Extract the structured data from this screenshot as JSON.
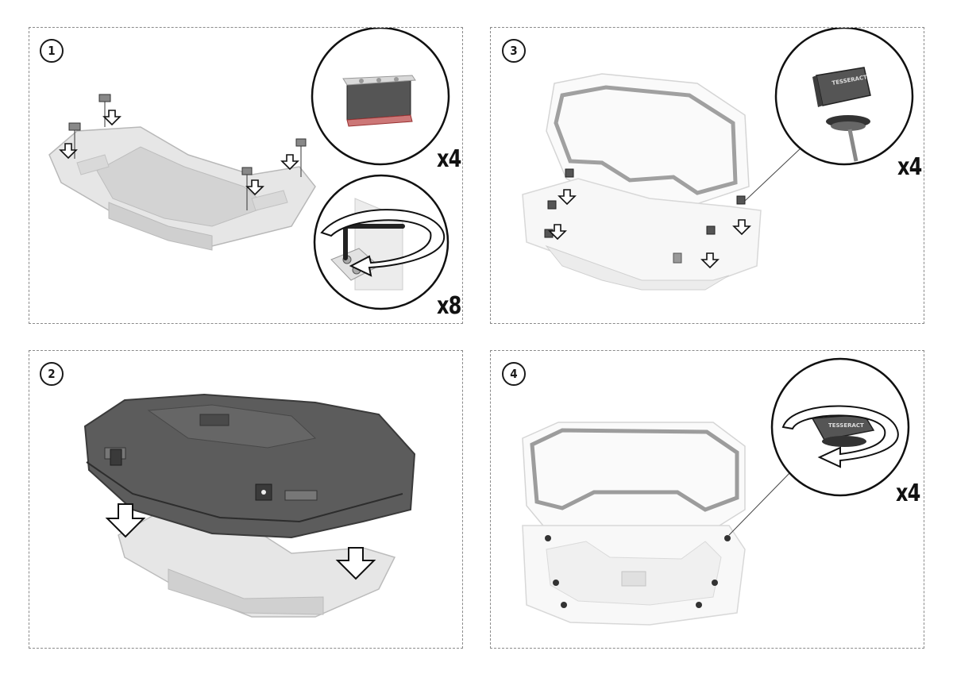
{
  "steps": [
    {
      "number": "1",
      "callouts": [
        "x4",
        "x8"
      ]
    },
    {
      "number": "2",
      "callouts": []
    },
    {
      "number": "3",
      "callouts": [
        "x4"
      ]
    },
    {
      "number": "4",
      "callouts": [
        "x4"
      ]
    }
  ],
  "colors": {
    "border": "#8a8a8a",
    "case_dark": "#5c5c5c",
    "base_light": "#e6e6e6",
    "outline": "#1a1a1a"
  },
  "icons": [
    "arrow-down-icon",
    "rotate-arrow-icon",
    "hex-key-icon",
    "knob-icon"
  ]
}
